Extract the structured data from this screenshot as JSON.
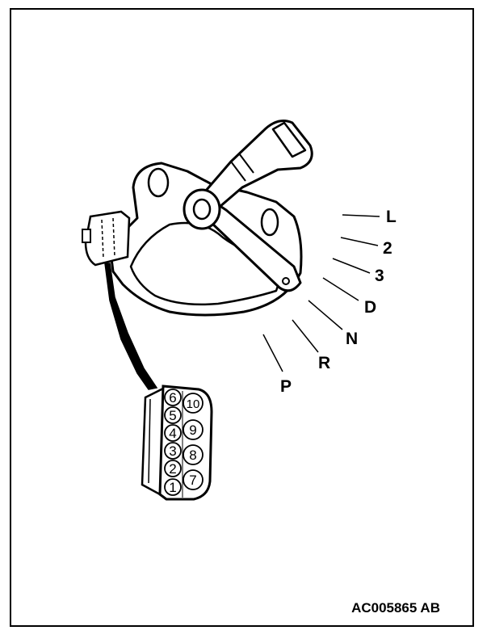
{
  "positions": [
    "L",
    "2",
    "3",
    "D",
    "N",
    "R",
    "P"
  ],
  "connector_pins": [
    "6",
    "5",
    "4",
    "3",
    "2",
    "1",
    "10",
    "9",
    "8",
    "7"
  ],
  "reference_code": "AC005865 AB"
}
